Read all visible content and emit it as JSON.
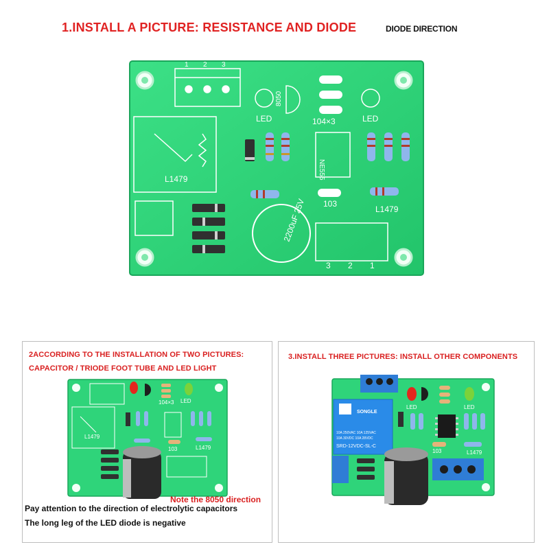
{
  "step1": {
    "title": "1.INSTALL A PICTURE: RESISTANCE AND DIODE",
    "side_label": "DIODE DIRECTION",
    "board_labels": {
      "header_pins": [
        "1",
        "2",
        "3"
      ],
      "transistor": "8050",
      "led_left": "LED",
      "led_right": "LED",
      "caps_label": "104×3",
      "relay_label": "L1479",
      "ic_label": "NE555",
      "cap_small": "103",
      "res_label": "L1479",
      "electrolytic": "2200uF 25V",
      "terminal_pins": [
        "3",
        "2",
        "1"
      ]
    }
  },
  "step2": {
    "title_line1": "2ACCORDING TO THE INSTALLATION OF TWO PICTURES:",
    "title_line2": "CAPACITOR / TRIODE FOOT TUBE AND LED LIGHT",
    "note_8050": "Note the 8050 direction",
    "note_caps": "Pay attention to the direction of electrolytic capacitors",
    "note_led": "The long leg of the LED diode is negative",
    "board_labels": {
      "relay_label": "L1479",
      "res_label": "L1479",
      "cap_small": "103",
      "caps_label": "104×3",
      "led": "LED"
    }
  },
  "step3": {
    "title": "3.INSTALL THREE PICTURES: INSTALL OTHER COMPONENTS",
    "board_labels": {
      "relay_brand": "SONGLE",
      "relay_rating_1": "10A 250VAC 10A 125VAC",
      "relay_rating_2": "10A 30VDC 10A 28VDC",
      "relay_model": "SRD-12VDC-SL-C",
      "led_left": "LED",
      "led_right": "LED",
      "cap_small": "103",
      "res_label": "L1479"
    }
  },
  "colors": {
    "title_red": "#e02222",
    "pcb_green": "#33d67c",
    "pcb_dark": "#18b45c",
    "silk": "#ffffff"
  }
}
